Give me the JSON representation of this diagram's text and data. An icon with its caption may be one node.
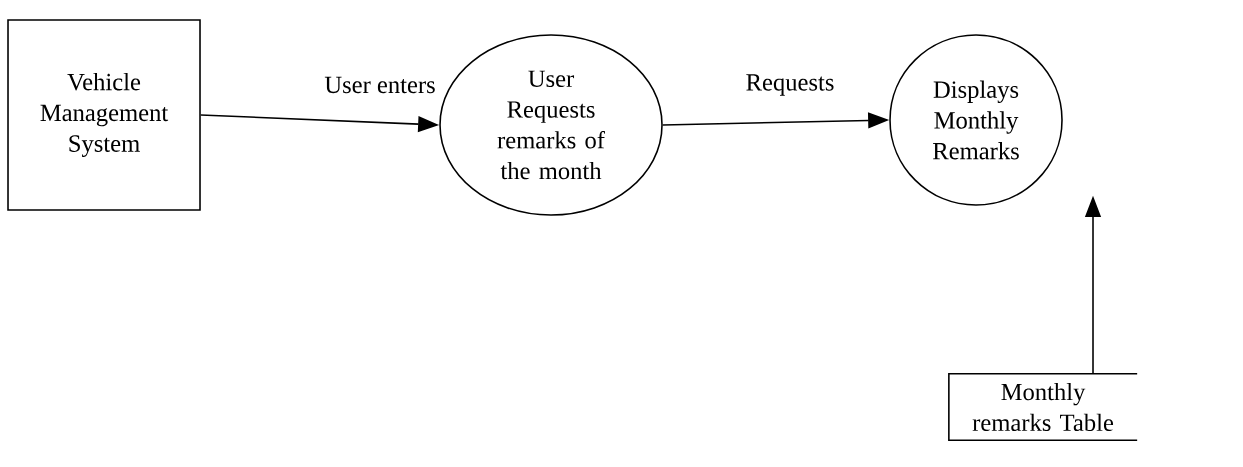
{
  "diagram": {
    "nodes": [
      {
        "text": [
          "Vehicle Management System"
        ]
      },
      {
        "text": [
          "User Requests remarks of the month"
        ]
      },
      {
        "text": [
          "Displays Monthly Remarks"
        ]
      },
      {
        "text": [
          "Monthly remarks Table"
        ]
      }
    ],
    "edges": [
      {
        "from": 0,
        "to": 1,
        "arrow": "to",
        "label": "User enters"
      },
      {
        "from": 1,
        "to": 2,
        "arrow": "to",
        "label": "Requests"
      },
      {
        "from": 3,
        "to": 2,
        "arrow": "to"
      }
    ]
  }
}
